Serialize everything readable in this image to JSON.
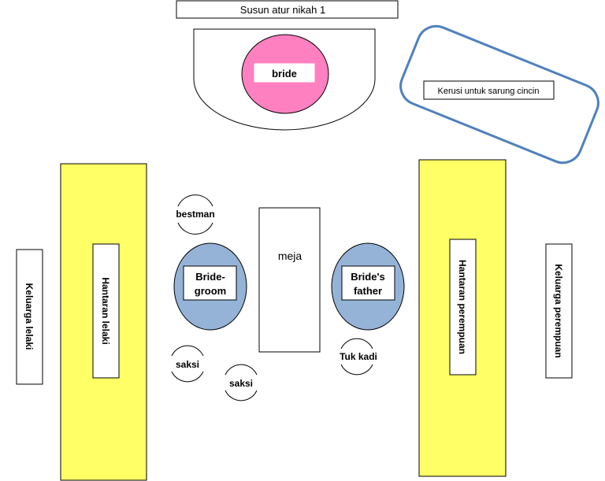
{
  "title": "Susun atur nikah 1",
  "ring_chair": "Kerusi untuk sarung cincin",
  "bride": "bride",
  "bestman": "bestman",
  "meja": "meja",
  "bridegroom_line1": "Bride-",
  "bridegroom_line2": "groom",
  "brides_father_line1": "Bride's",
  "brides_father_line2": "father",
  "saksi_1": "saksi",
  "saksi_2": "saksi",
  "tuk_kadi": "Tuk kadi",
  "keluarga_lelaki": "Keluarga lelaki",
  "hantaran_lelaki": "Hantaran lelaki",
  "hantaran_perempuan": "Hantaran perempuan",
  "keluarga_perempuan": "Keluarga perempuan",
  "colors": {
    "yellow": "#ffff66",
    "blue_seat": "#95b3d7",
    "pink": "#ff80c0",
    "outline_blue": "#4f81bd"
  }
}
